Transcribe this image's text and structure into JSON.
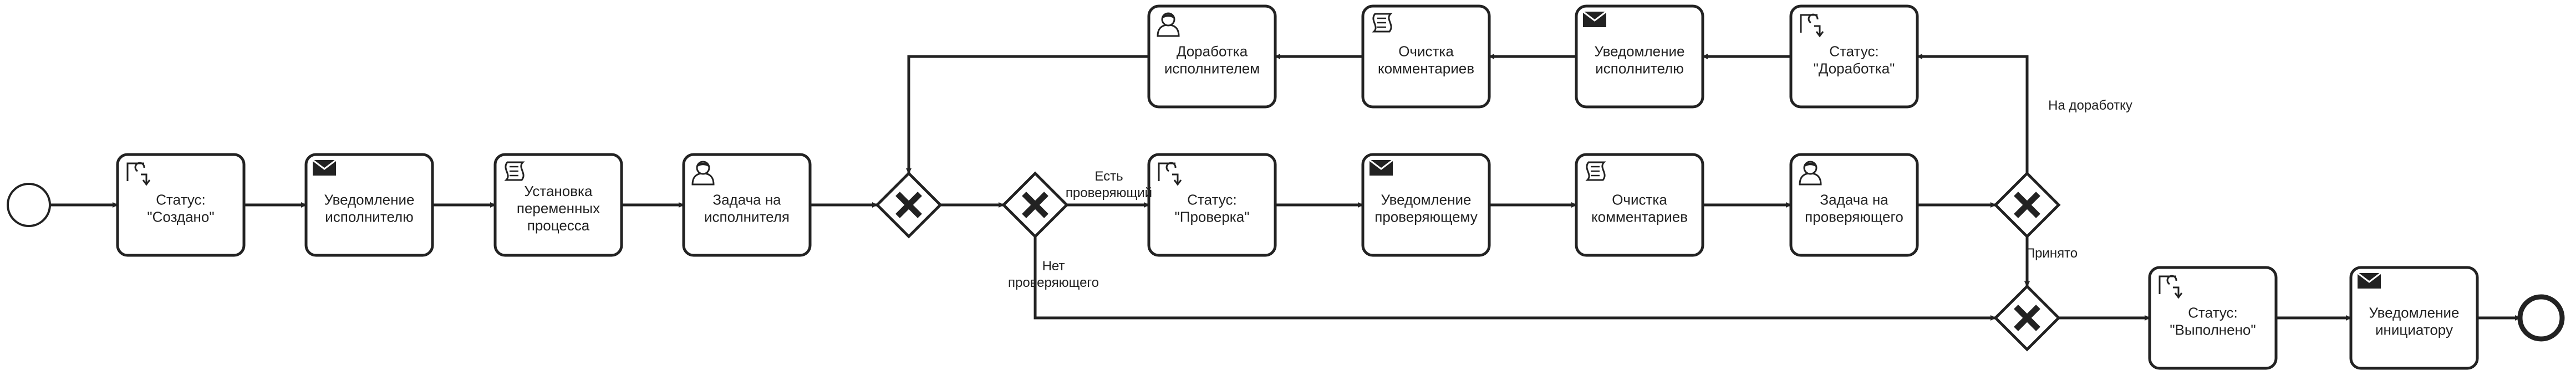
{
  "colors": {
    "stroke": "#222222",
    "fill": "#ffffff",
    "text": "#222222",
    "background": "#ffffff"
  },
  "events": {
    "start": {
      "kind": "start"
    },
    "end": {
      "kind": "end"
    }
  },
  "tasks": [
    {
      "id": "t1",
      "icon": "script-icon",
      "lines": [
        "Статус:",
        "\"Создано\""
      ]
    },
    {
      "id": "t2",
      "icon": "envelope-icon",
      "lines": [
        "Уведомление",
        "исполнителю"
      ]
    },
    {
      "id": "t3",
      "icon": "scroll-icon",
      "lines": [
        "Установка",
        "переменных",
        "процесса"
      ]
    },
    {
      "id": "t4",
      "icon": "user-icon",
      "lines": [
        "Задача на",
        "исполнителя"
      ]
    },
    {
      "id": "t5",
      "icon": "script-icon",
      "lines": [
        "Статус:",
        "\"Проверка\""
      ]
    },
    {
      "id": "t6",
      "icon": "envelope-icon",
      "lines": [
        "Уведомление",
        "проверяющему"
      ]
    },
    {
      "id": "t7",
      "icon": "scroll-icon",
      "lines": [
        "Очистка",
        "комментариев"
      ]
    },
    {
      "id": "t8",
      "icon": "user-icon",
      "lines": [
        "Задача на",
        "проверяющего"
      ]
    },
    {
      "id": "t9",
      "icon": "script-icon",
      "lines": [
        "Статус:",
        "\"Доработка\""
      ]
    },
    {
      "id": "t10",
      "icon": "envelope-icon",
      "lines": [
        "Уведомление",
        "исполнителю"
      ]
    },
    {
      "id": "t11",
      "icon": "scroll-icon",
      "lines": [
        "Очистка",
        "комментариев"
      ]
    },
    {
      "id": "t12",
      "icon": "user-icon",
      "lines": [
        "Доработка",
        "исполнителем"
      ]
    },
    {
      "id": "t13",
      "icon": "script-icon",
      "lines": [
        "Статус:",
        "\"Выполнено\""
      ]
    },
    {
      "id": "t14",
      "icon": "envelope-icon",
      "lines": [
        "Уведомление",
        "инициатору"
      ]
    }
  ],
  "gateways": [
    {
      "id": "g1",
      "type": "exclusive"
    },
    {
      "id": "g2",
      "type": "exclusive"
    },
    {
      "id": "g3",
      "type": "exclusive"
    },
    {
      "id": "g4",
      "type": "exclusive"
    }
  ],
  "flow_labels": {
    "has_reviewer": [
      "Есть",
      "проверяющий"
    ],
    "no_reviewer": [
      "Нет",
      "проверяющего"
    ],
    "for_rework": [
      "На доработку"
    ],
    "accepted": [
      "Принято"
    ]
  }
}
